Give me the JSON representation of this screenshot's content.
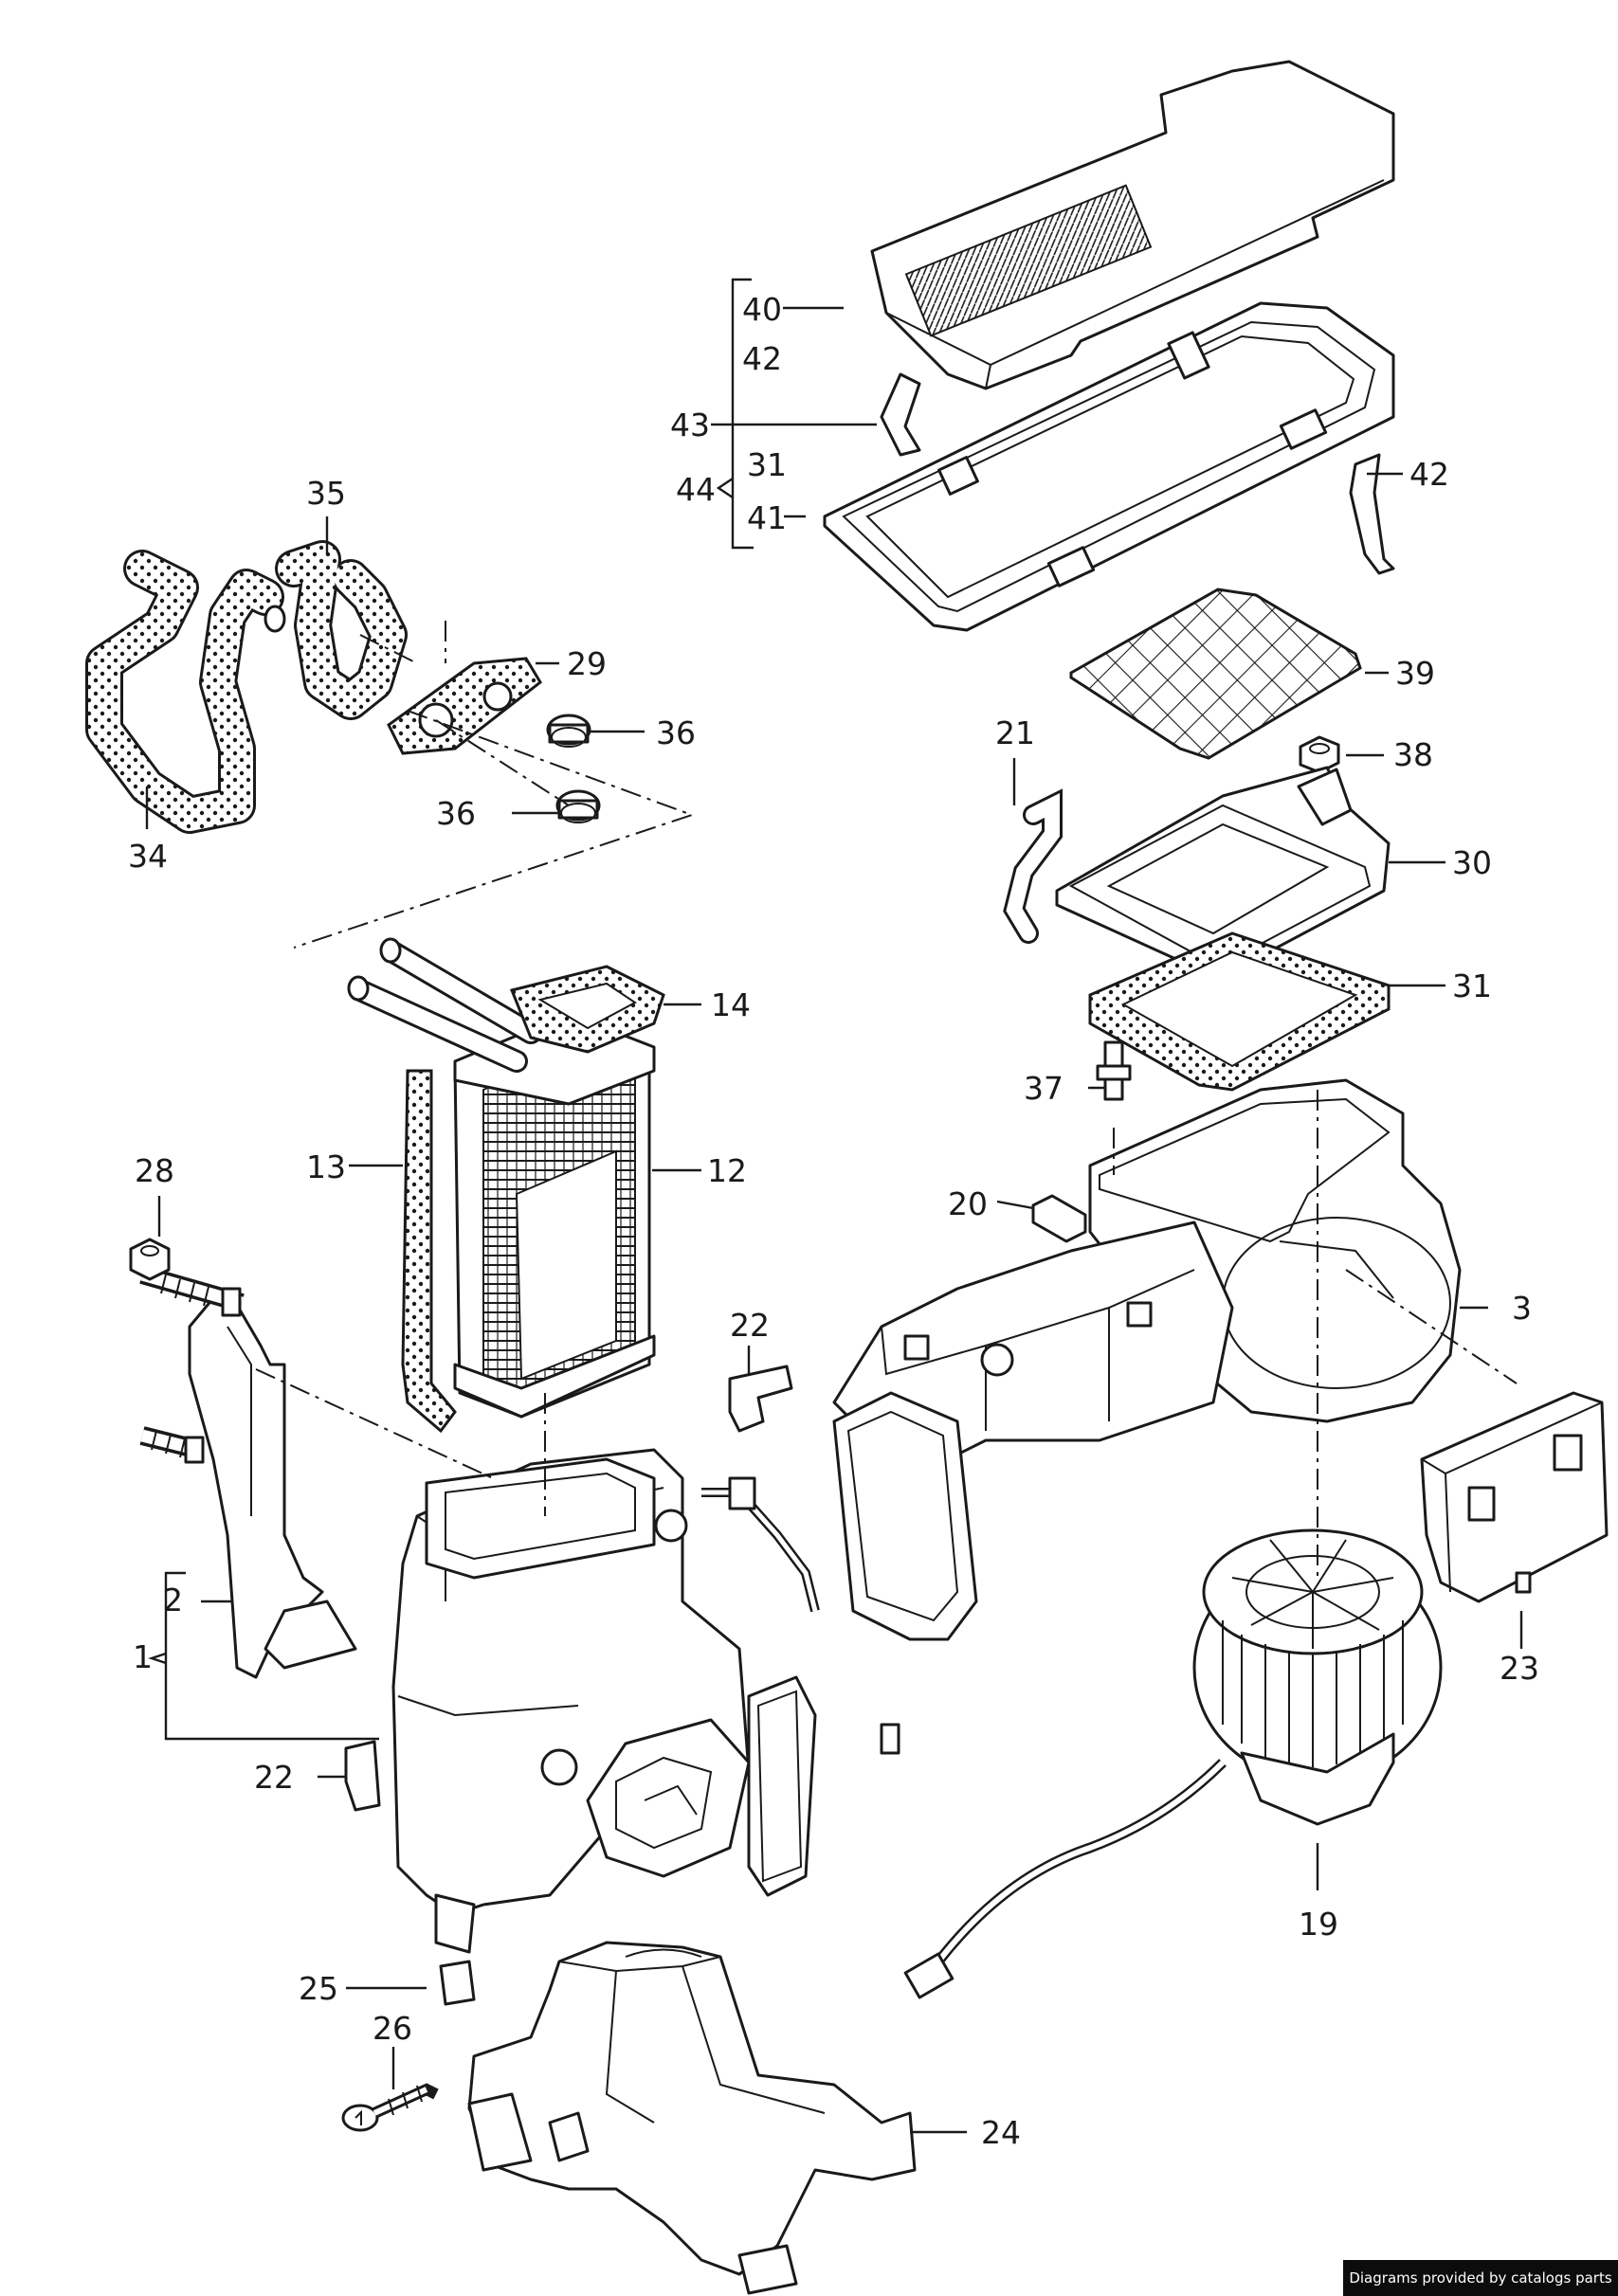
{
  "part_numbers": {
    "p1": "1",
    "p2": "2",
    "p3": "3",
    "p12": "12",
    "p13": "13",
    "p14": "14",
    "p19": "19",
    "p20": "20",
    "p21": "21",
    "p22a": "22",
    "p22b": "22",
    "p23": "23",
    "p24": "24",
    "p25": "25",
    "p26": "26",
    "p28": "28",
    "p29": "29",
    "p30": "30",
    "p31a": "31",
    "p31b": "31",
    "p34": "34",
    "p35": "35",
    "p36a": "36",
    "p36b": "36",
    "p37": "37",
    "p38": "38",
    "p39": "39",
    "p40": "40",
    "p41": "41",
    "p42a": "42",
    "p42b": "42",
    "p43": "43",
    "p44": "44"
  },
  "footer": {
    "credit": "Diagrams provided by catalogs parts"
  }
}
